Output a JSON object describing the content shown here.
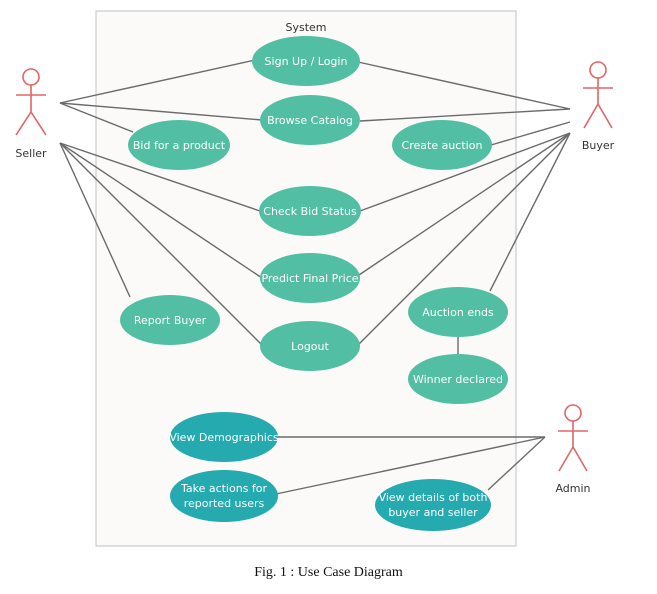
{
  "colors": {
    "use_case_fill": "#52bfa4",
    "admin_case_fill": "#25aab0",
    "actor_stroke": "#e06666",
    "line": "#6b6b6b",
    "system_border": "#cccccc",
    "system_fill": "#fbfaf9"
  },
  "system": {
    "label": "System"
  },
  "actors": {
    "seller": "Seller",
    "buyer": "Buyer",
    "admin": "Admin"
  },
  "use_cases": {
    "signup": "Sign Up / Login",
    "browse": "Browse Catalog",
    "bid": "Bid for a product",
    "create_auction": "Create auction",
    "check_bid": "Check Bid Status",
    "predict": "Predict Final Price",
    "report": "Report Buyer",
    "auction_ends": "Auction ends",
    "logout": "Logout",
    "winner": "Winner declared",
    "demographics": "View Demographics",
    "take_actions_1": "Take actions for",
    "take_actions_2": "reported users",
    "view_details_1": "View details of both",
    "view_details_2": "buyer and seller"
  },
  "caption": "Fig. 1 : Use Case Diagram"
}
